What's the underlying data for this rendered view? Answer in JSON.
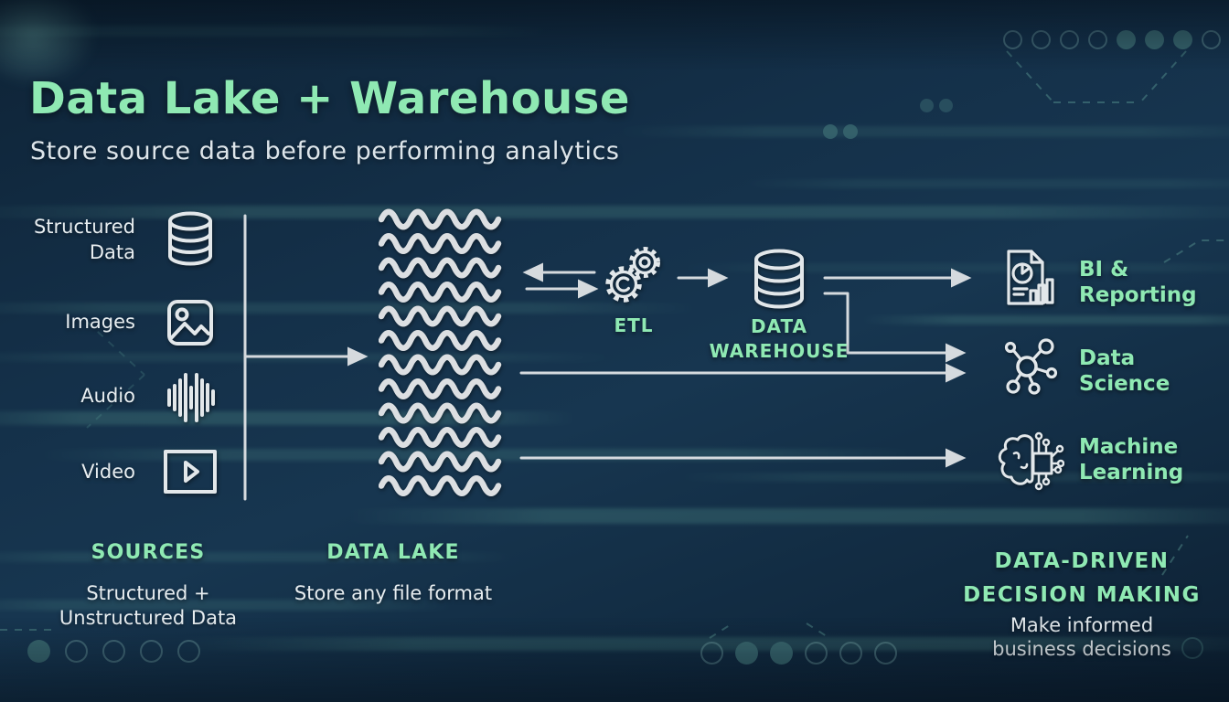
{
  "colors": {
    "accent_green": "#8fe9b3",
    "text_light": "#e7edf0",
    "connector_line": "#d5dade",
    "background_dark": "#14304a",
    "streak_teal": "#56968e"
  },
  "header": {
    "title": "Data Lake + Warehouse",
    "subtitle": "Store source data before performing analytics"
  },
  "sources": {
    "caption_title": "SOURCES",
    "caption_sub_line1": "Structured +",
    "caption_sub_line2": "Unstructured Data",
    "items": [
      {
        "label_line1": "Structured",
        "label_line2": "Data",
        "icon": "database-icon"
      },
      {
        "label_line1": "Images",
        "label_line2": "",
        "icon": "image-icon"
      },
      {
        "label_line1": "Audio",
        "label_line2": "",
        "icon": "audio-waveform-icon"
      },
      {
        "label_line1": "Video",
        "label_line2": "",
        "icon": "video-play-icon"
      }
    ]
  },
  "data_lake": {
    "icon": "water-waves-icon",
    "caption_title": "DATA LAKE",
    "caption_sub": "Store any file format"
  },
  "pipeline": {
    "etl_icon": "gears-icon",
    "etl_label": "ETL",
    "warehouse_icon": "database-cylinder-icon",
    "warehouse_label_line1": "DATA",
    "warehouse_label_line2": "WAREHOUSE"
  },
  "outputs": {
    "caption_title_line1": "DATA-DRIVEN",
    "caption_title_line2": "DECISION MAKING",
    "caption_sub_line1": "Make informed",
    "caption_sub_line2": "business decisions",
    "items": [
      {
        "label_line1": "BI &",
        "label_line2": "Reporting",
        "icon": "report-chart-icon"
      },
      {
        "label_line1": "Data",
        "label_line2": "Science",
        "icon": "network-nodes-icon"
      },
      {
        "label_line1": "Machine",
        "label_line2": "Learning",
        "icon": "brain-chip-icon"
      }
    ]
  }
}
